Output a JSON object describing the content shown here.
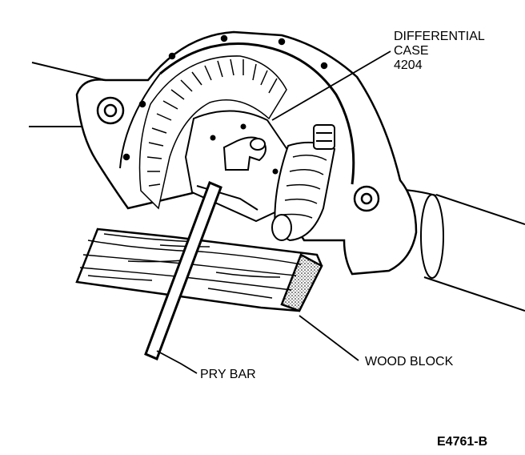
{
  "labels": {
    "case_line1": "DIFFERENTIAL",
    "case_line2": "CASE",
    "case_line3": "4204",
    "pry_bar": "PRY BAR",
    "wood_block": "WOOD BLOCK",
    "figure_code": "E4761-B"
  }
}
